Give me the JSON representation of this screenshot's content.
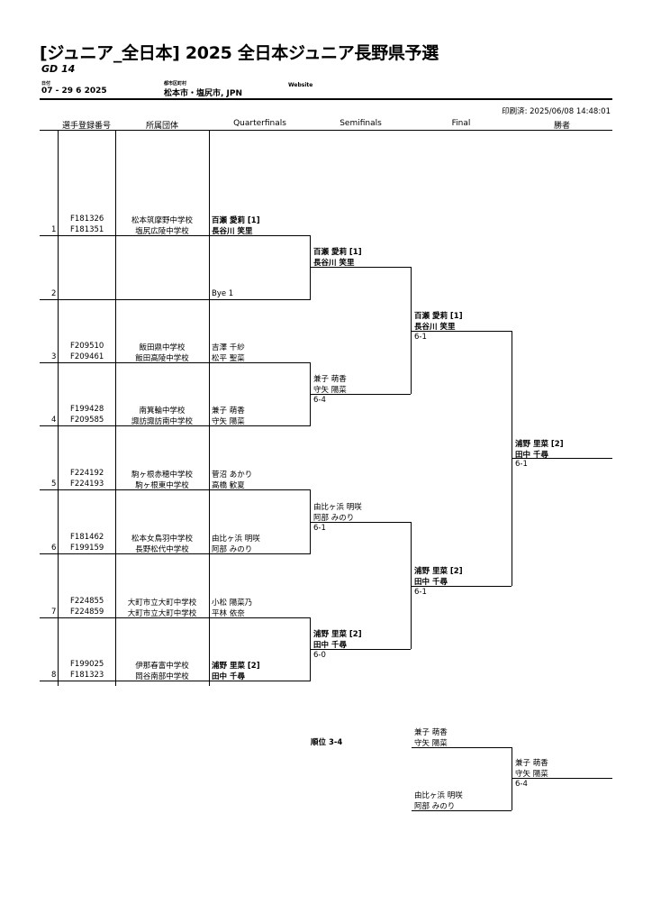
{
  "header": {
    "title": "[ジュニア_全日本] 2025 全日本ジュニア長野県予選",
    "subtitle": "GD 14",
    "date_label": "日付",
    "date_value": "07 - 29 6 2025",
    "location_label": "都市区町村",
    "location_value": "松本市・塩尻市, JPN",
    "website_label": "Website",
    "printed": "印刷済: 2025/06/08 14:48:01"
  },
  "columns": {
    "reg_no": "選手登録番号",
    "club": "所属団体",
    "qf": "Quarterfinals",
    "sf": "Semifinals",
    "final": "Final",
    "winner": "勝者"
  },
  "draw": [
    {
      "no": "1",
      "reg1": "F181326",
      "reg2": "F181351",
      "club1": "松本筑摩野中学校",
      "club2": "塩尻広陵中学校",
      "p1": "百瀬 愛莉 [1]",
      "p2": "長谷川 笑里",
      "bold": true
    },
    {
      "no": "2",
      "reg1": "",
      "reg2": "",
      "club1": "",
      "club2": "",
      "p1": "Bye 1",
      "p2": "",
      "bold": false
    },
    {
      "no": "3",
      "reg1": "F209510",
      "reg2": "F209461",
      "club1": "飯田鼎中学校",
      "club2": "飯田高陵中学校",
      "p1": "吉澤 千紗",
      "p2": "松平 聖菜",
      "bold": false
    },
    {
      "no": "4",
      "reg1": "F199428",
      "reg2": "F209585",
      "club1": "南箕輪中学校",
      "club2": "諏訪諏訪南中学校",
      "p1": "兼子 萌香",
      "p2": "守矢 陽菜",
      "bold": false
    },
    {
      "no": "5",
      "reg1": "F224192",
      "reg2": "F224193",
      "club1": "駒ヶ根赤穂中学校",
      "club2": "駒ヶ根東中学校",
      "p1": "菅沼 あかり",
      "p2": "高橋 歓夏",
      "bold": false
    },
    {
      "no": "6",
      "reg1": "F181462",
      "reg2": "F199159",
      "club1": "松本女鳥羽中学校",
      "club2": "長野松代中学校",
      "p1": "由比ヶ浜 明咲",
      "p2": "阿部 みのり",
      "bold": false
    },
    {
      "no": "7",
      "reg1": "F224855",
      "reg2": "F224859",
      "club1": "大町市立大町中学校",
      "club2": "大町市立大町中学校",
      "p1": "小松 陽菜乃",
      "p2": "平林 依奈",
      "bold": false
    },
    {
      "no": "8",
      "reg1": "F199025",
      "reg2": "F181323",
      "club1": "伊那春富中学校",
      "club2": "岡谷南部中学校",
      "p1": "浦野 里菜 [2]",
      "p2": "田中 千尋",
      "bold": true
    }
  ],
  "semifinalists": [
    {
      "p1": "百瀬 愛莉 [1]",
      "p2": "長谷川 笑里",
      "score": "",
      "bold": true
    },
    {
      "p1": "兼子 萌香",
      "p2": "守矢 陽菜",
      "score": "6-4",
      "bold": false
    },
    {
      "p1": "由比ヶ浜 明咲",
      "p2": "阿部 みのり",
      "score": "6-1",
      "bold": false
    },
    {
      "p1": "浦野 里菜 [2]",
      "p2": "田中 千尋",
      "score": "6-0",
      "bold": true
    }
  ],
  "finalists": [
    {
      "p1": "百瀬 愛莉 [1]",
      "p2": "長谷川 笑里",
      "score": "6-1",
      "bold": true
    },
    {
      "p1": "浦野 里菜 [2]",
      "p2": "田中 千尋",
      "score": "6-1",
      "bold": true
    }
  ],
  "winner": {
    "p1": "浦野 里菜 [2]",
    "p2": "田中 千尋",
    "score": "6-1"
  },
  "playoff": {
    "label": "順位 3-4",
    "top": {
      "p1": "兼子 萌香",
      "p2": "守矢 陽菜"
    },
    "bottom": {
      "p1": "由比ヶ浜 明咲",
      "p2": "阿部 みのり"
    },
    "winner": {
      "p1": "兼子 萌香",
      "p2": "守矢 陽菜",
      "score": "6-4"
    }
  }
}
